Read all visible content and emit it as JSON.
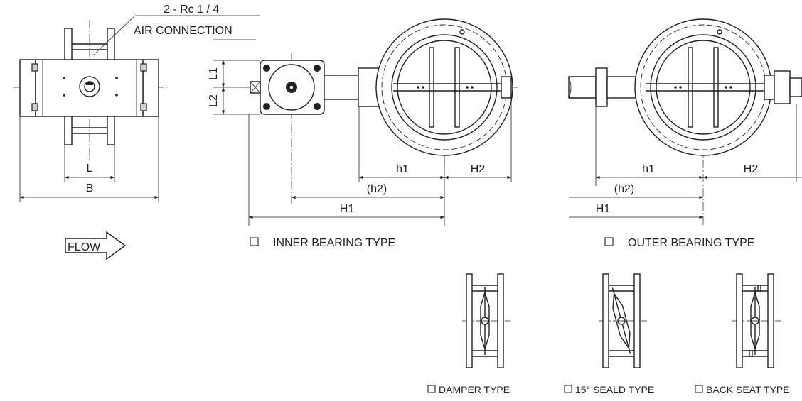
{
  "labels": {
    "air_conn_1": "2 - Rc 1 / 4",
    "air_conn_2": "AIR CONNECTION",
    "flow": "FLOW",
    "dim_L": "L",
    "dim_B": "B",
    "dim_L1": "L1",
    "dim_L2": "L2",
    "inner_h1": "h1",
    "inner_H2": "H2",
    "inner_h2": "(h2)",
    "inner_H1": "H1",
    "outer_h1": "h1",
    "outer_H2": "H2",
    "outer_h2": "(h2)",
    "outer_H1": "H1"
  },
  "captions": {
    "inner": "INNER BEARING TYPE",
    "outer": "OUTER BEARING TYPE",
    "damper": "DAMPER TYPE",
    "sealed": "15° SEALD TYPE",
    "backseat": "BACK SEAT TYPE"
  },
  "colors": {
    "line": "#231f20",
    "background": "#ffffff"
  }
}
